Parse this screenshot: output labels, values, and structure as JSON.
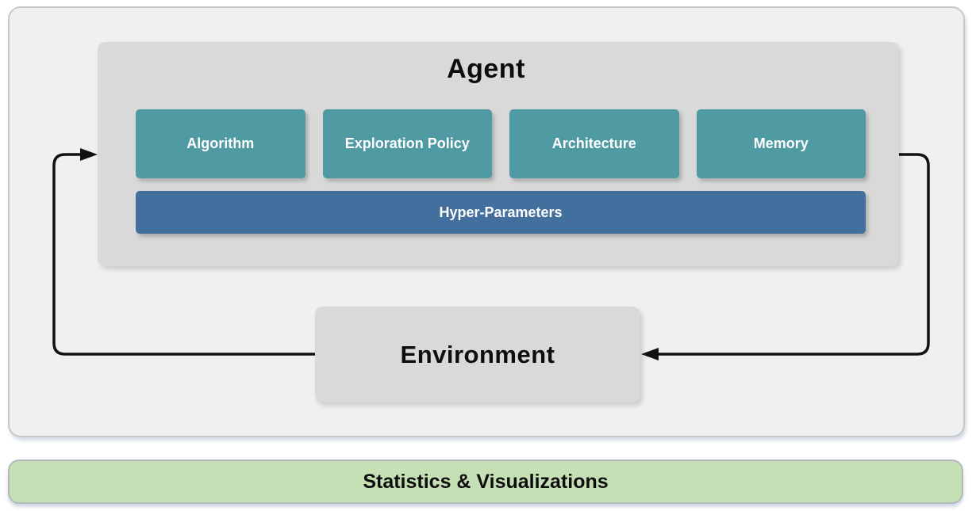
{
  "diagram": {
    "agent": {
      "title": "Agent",
      "components": [
        "Algorithm",
        "Exploration Policy",
        "Architecture",
        "Memory"
      ],
      "hyper_parameters": "Hyper-Parameters"
    },
    "environment": "Environment",
    "statistics": "Statistics & Visualizations",
    "colors": {
      "component_teal": "#4f9aa3",
      "hyper_parameters_blue": "#426f9e",
      "statistics_green": "#c5e0b4",
      "inner_box_gray": "#d9d9d9",
      "panel_gray": "#f0f0f1",
      "arrow_black": "#111111"
    }
  }
}
